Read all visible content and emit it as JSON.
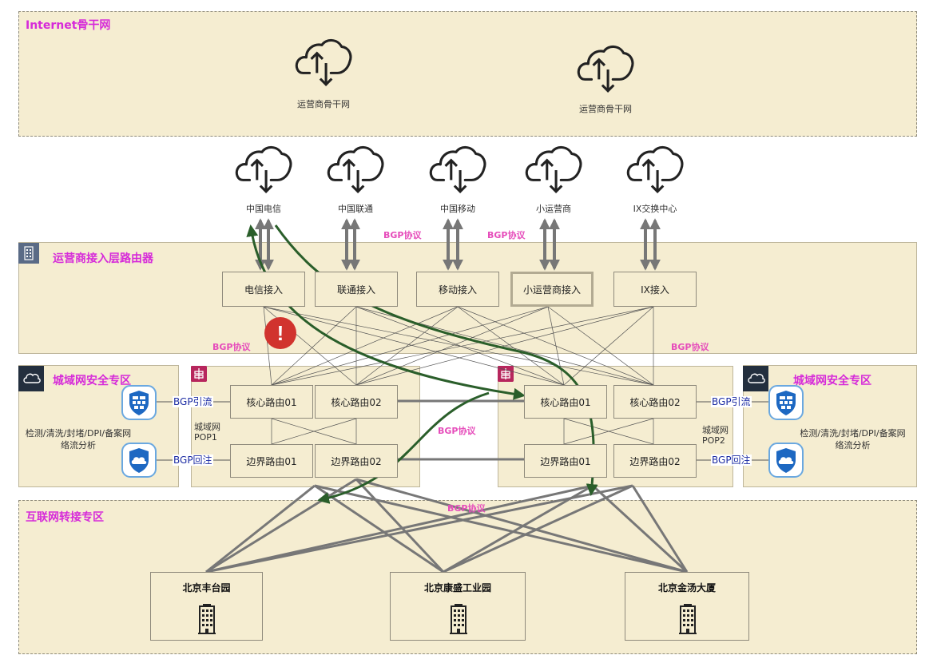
{
  "zones": {
    "internet": "Internet骨干网",
    "carrier_access": "运营商接入层路由器",
    "security_left": "城域网安全专区",
    "security_right": "城域网安全专区",
    "transit": "互联网转接专区"
  },
  "backbone": [
    "运营商骨干网",
    "运营商骨干网"
  ],
  "carriers": [
    "中国电信",
    "中国联通",
    "中国移动",
    "小运营商",
    "IX交换中心"
  ],
  "access_routers": [
    "电信接入",
    "联通接入",
    "移动接入",
    "小运营商接入",
    "IX接入"
  ],
  "pop1": {
    "core": [
      "核心路由01",
      "核心路由02"
    ],
    "edge": [
      "边界路由01",
      "边界路由02"
    ],
    "label_1": "城域网",
    "label_2": "POP1"
  },
  "pop2": {
    "core": [
      "核心路由01",
      "核心路由02"
    ],
    "edge": [
      "边界路由01",
      "边界路由02"
    ],
    "label_1": "城域网",
    "label_2": "POP2"
  },
  "security": {
    "divert_tag": "BGP引流",
    "reinject_tag": "BGP回注",
    "desc_1": "检测/清洗/封堵/DPI/备案网",
    "desc_2": "络流分析"
  },
  "bgp_labels": [
    "BGP协议",
    "BGP协议",
    "BGP协议",
    "BGP协议",
    "BGP协议",
    "BGP协议"
  ],
  "campuses": [
    "北京丰台园",
    "北京康盛工业园",
    "北京金汤大厦"
  ],
  "alert": "!",
  "colors": {
    "zone_fill": "#f5edd1",
    "zone_title": "#d62ad9",
    "bgp_label": "#e64dbb",
    "bgp_tag": "#1b2ba3",
    "flow_arrow": "#2a5e2a",
    "link_gray": "#777777",
    "alert_red": "#d1332e",
    "pop_badge": "#b7265d"
  },
  "icons": [
    "cloud-updown-icon",
    "building-icon",
    "cloud-icon",
    "router-badge-icon",
    "firewall-shield-icon",
    "cloud-shield-icon",
    "office-building-icon",
    "alert-icon"
  ]
}
